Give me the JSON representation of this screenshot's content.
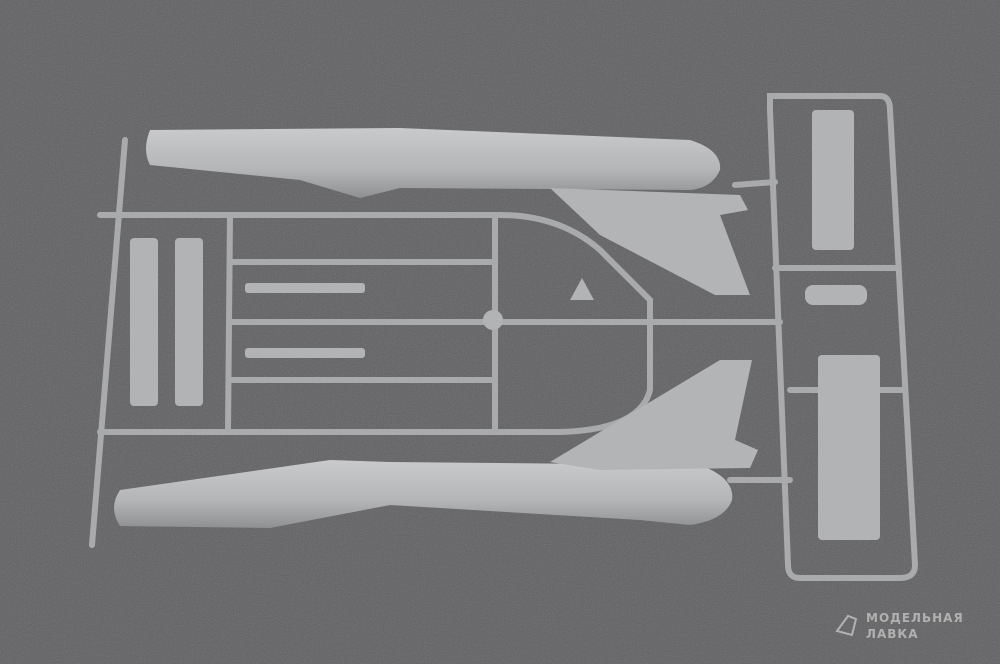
{
  "photo": {
    "subject": "model-kit-sprue",
    "colors": {
      "background": "#5f5f61",
      "plastic": "#b8b9bb",
      "plastic_shadow": "#8e8f91"
    }
  },
  "watermark": {
    "line1": "МОДЕЛЬНАЯ",
    "line2": "ЛАВКА"
  }
}
